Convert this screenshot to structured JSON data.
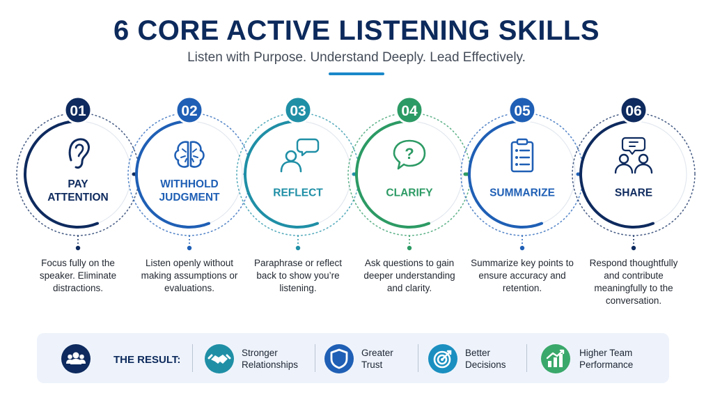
{
  "title": "6 CORE ACTIVE LISTENING SKILLS",
  "subtitle": "Listen with Purpose. Understand Deeply. Lead Effectively.",
  "steps": [
    {
      "number": "01",
      "label": "PAY\nATTENTION",
      "desc": "Focus fully on the speaker. Eliminate distractions.",
      "icon": "ear-icon",
      "color": "#0e2a5e"
    },
    {
      "number": "02",
      "label": "WITHHOLD\nJUDGMENT",
      "desc": "Listen openly without making assumptions or evaluations.",
      "icon": "brain-icon",
      "color": "#1f5fb5"
    },
    {
      "number": "03",
      "label": "REFLECT",
      "desc": "Paraphrase or reflect back to show you’re listening.",
      "icon": "speech-bubble-person-icon",
      "color": "#1f8fa6"
    },
    {
      "number": "04",
      "label": "CLARIFY",
      "desc": "Ask questions to gain deeper understanding and clarity.",
      "icon": "question-bubble-icon",
      "color": "#2c9a64"
    },
    {
      "number": "05",
      "label": "SUMMARIZE",
      "desc": "Summarize key points to ensure accuracy and retention.",
      "icon": "clipboard-list-icon",
      "color": "#1f5fb5"
    },
    {
      "number": "06",
      "label": "SHARE",
      "desc": "Respond thoughtfully and contribute meaningfully to the conversation.",
      "icon": "conversation-people-icon",
      "color": "#0e2a5e"
    }
  ],
  "result": {
    "title": "THE RESULT:",
    "icon": "team-icon",
    "items": [
      {
        "label": "Stronger\nRelationships",
        "icon": "handshake-icon",
        "color": "#1f8fa6"
      },
      {
        "label": "Greater\nTrust",
        "icon": "shield-icon",
        "color": "#1f5fb5"
      },
      {
        "label": "Better\nDecisions",
        "icon": "target-icon",
        "color": "#1a8fc0"
      },
      {
        "label": "Higher Team\nPerformance",
        "icon": "growth-chart-icon",
        "color": "#3aa86a"
      }
    ]
  }
}
